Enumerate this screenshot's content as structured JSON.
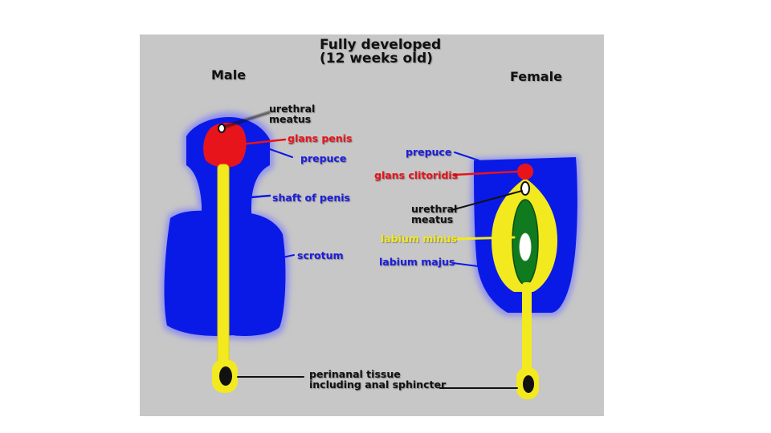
{
  "title": {
    "line1": "Fully developed",
    "line2": "(12 weeks old)"
  },
  "male": {
    "heading": "Male",
    "labels": {
      "urethral_meatus_1": "urethral",
      "urethral_meatus_2": "meatus",
      "glans_penis": "glans penis",
      "prepuce": "prepuce",
      "shaft_of_penis": "shaft of penis",
      "scrotum": "scrotum"
    }
  },
  "female": {
    "heading": "Female",
    "labels": {
      "prepuce": "prepuce",
      "glans_clitoridis": "glans clitoridis",
      "urethral_meatus_1": "urethral",
      "urethral_meatus_2": "meatus",
      "labium_minus": "labium minus",
      "labium_majus": "labium majus"
    }
  },
  "shared": {
    "perianal_1": "perinanal tissue",
    "perianal_2": "including anal sphincter"
  },
  "colors": {
    "background": "#c7c7c7",
    "blue": "#0a1ae6",
    "glow": "#8c8cf0",
    "red": "#e8141b",
    "yellow": "#f2e91f",
    "green": "#0f7a1e",
    "black": "#111111"
  }
}
